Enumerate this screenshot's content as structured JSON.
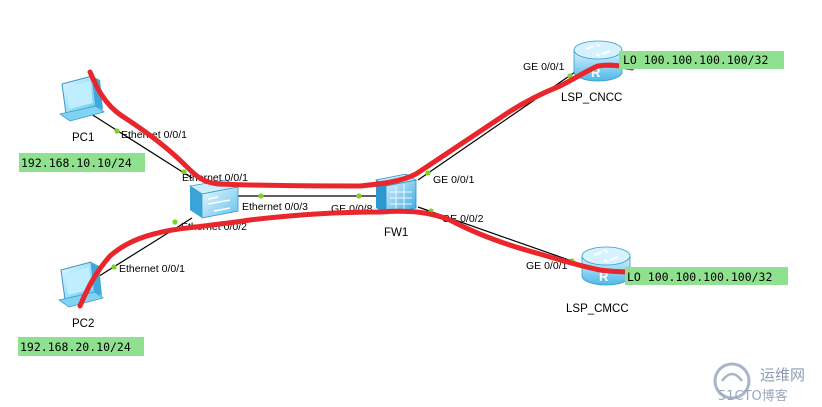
{
  "devices": {
    "pc1": {
      "label": "PC1"
    },
    "pc2": {
      "label": "PC2"
    },
    "switch": {
      "label": ""
    },
    "fw1": {
      "label": "FW1"
    },
    "cncc": {
      "label": "LSP_CNCC"
    },
    "cmcc": {
      "label": "LSP_CMCC"
    }
  },
  "ports": {
    "pc1_eth": "Ethernet 0/0/1",
    "sw_eth1": "Ethernet 0/0/1",
    "sw_eth3": "Ethernet 0/0/3",
    "sw_eth2": "Ethernet 0/0/2",
    "pc2_eth": "Ethernet 0/0/1",
    "fw_ge8": "GE 0/0/8",
    "fw_ge1": "GE 0/0/1",
    "fw_ge2": "GE 0/0/2",
    "cncc_ge": "GE 0/0/1",
    "cmcc_ge": "GE 0/0/1"
  },
  "addresses": {
    "pc1": "192.168.10.10/24",
    "pc2": "192.168.20.10/24",
    "cncc_lo": "LO 100.100.100.100/32",
    "cmcc_lo": "LO 100.100.100.100/32"
  },
  "colors": {
    "ip_box": "#8fe08f",
    "annotation": "#e8262b",
    "link": "#000000",
    "port_dot": "#7ed321"
  },
  "watermark": {
    "line1": "运维网",
    "line2": "51CTO博客"
  }
}
